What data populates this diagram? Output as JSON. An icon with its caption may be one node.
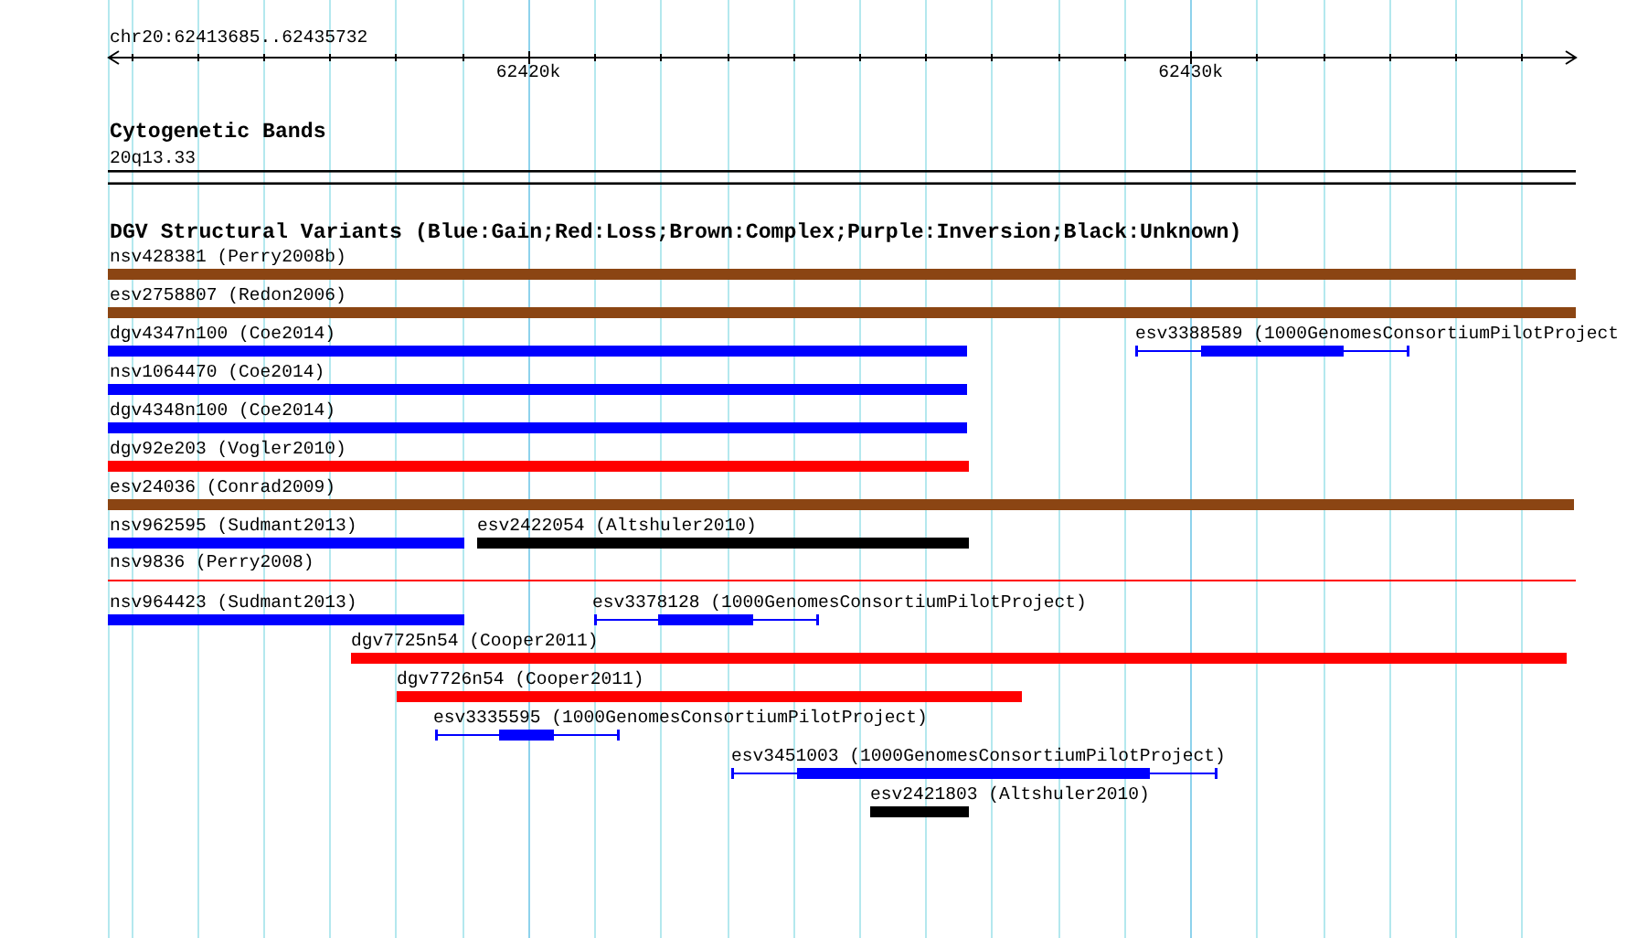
{
  "diagram": {
    "nodes": [
      {
        "text": [
          "20q13.33"
        ]
      },
      {
        "text": [
          "nsv428381 (Perry2008b)"
        ]
      },
      {
        "text": [
          "esv2758807 (Redon2006)"
        ]
      },
      {
        "text": [
          "dgv4347n100 (Coe2014)"
        ]
      },
      {
        "text": [
          "esv3388589 (1000GenomesConsortiumPilotProject"
        ]
      },
      {
        "text": [
          "nsv1064470 (Coe2014)"
        ]
      },
      {
        "text": [
          "dgv4348n100 (Coe2014)"
        ]
      },
      {
        "text": [
          "dgv92e203 (Vogler2010)"
        ]
      },
      {
        "text": [
          "esv24036 (Conrad2009)"
        ]
      },
      {
        "text": [
          "nsv962595 (Sudmant2013)"
        ]
      },
      {
        "text": [
          "esv2422054 (Altshuler2010)"
        ]
      },
      {
        "text": [
          "nsv9836 (Perry2008)"
        ]
      },
      {
        "text": [
          "nsv964423 (Sudmant2013)"
        ]
      },
      {
        "text": [
          "esv3378128 (1000GenomesConsortiumPilotProject)"
        ]
      },
      {
        "text": [
          "dgv7725n54 (Cooper2011)"
        ]
      },
      {
        "text": [
          "dgv7726n54 (Cooper2011)"
        ]
      },
      {
        "text": [
          "esv3335595 (1000GenomesConsortiumPilotProject)"
        ]
      },
      {
        "text": [
          "esv3451003 (1000GenomesConsortiumPilotProject)"
        ]
      },
      {
        "text": [
          "esv2421803 (Altshuler2010)"
        ]
      }
    ],
    "labels": [
      "chr20:62413685..62435732",
      "62420k",
      "62430k",
      "Cytogenetic Bands",
      "DGV Structural Variants (Blue:Gain;Red:Loss;Brown:Complex;Purple:Inversion;Black:Unknown)"
    ]
  }
}
